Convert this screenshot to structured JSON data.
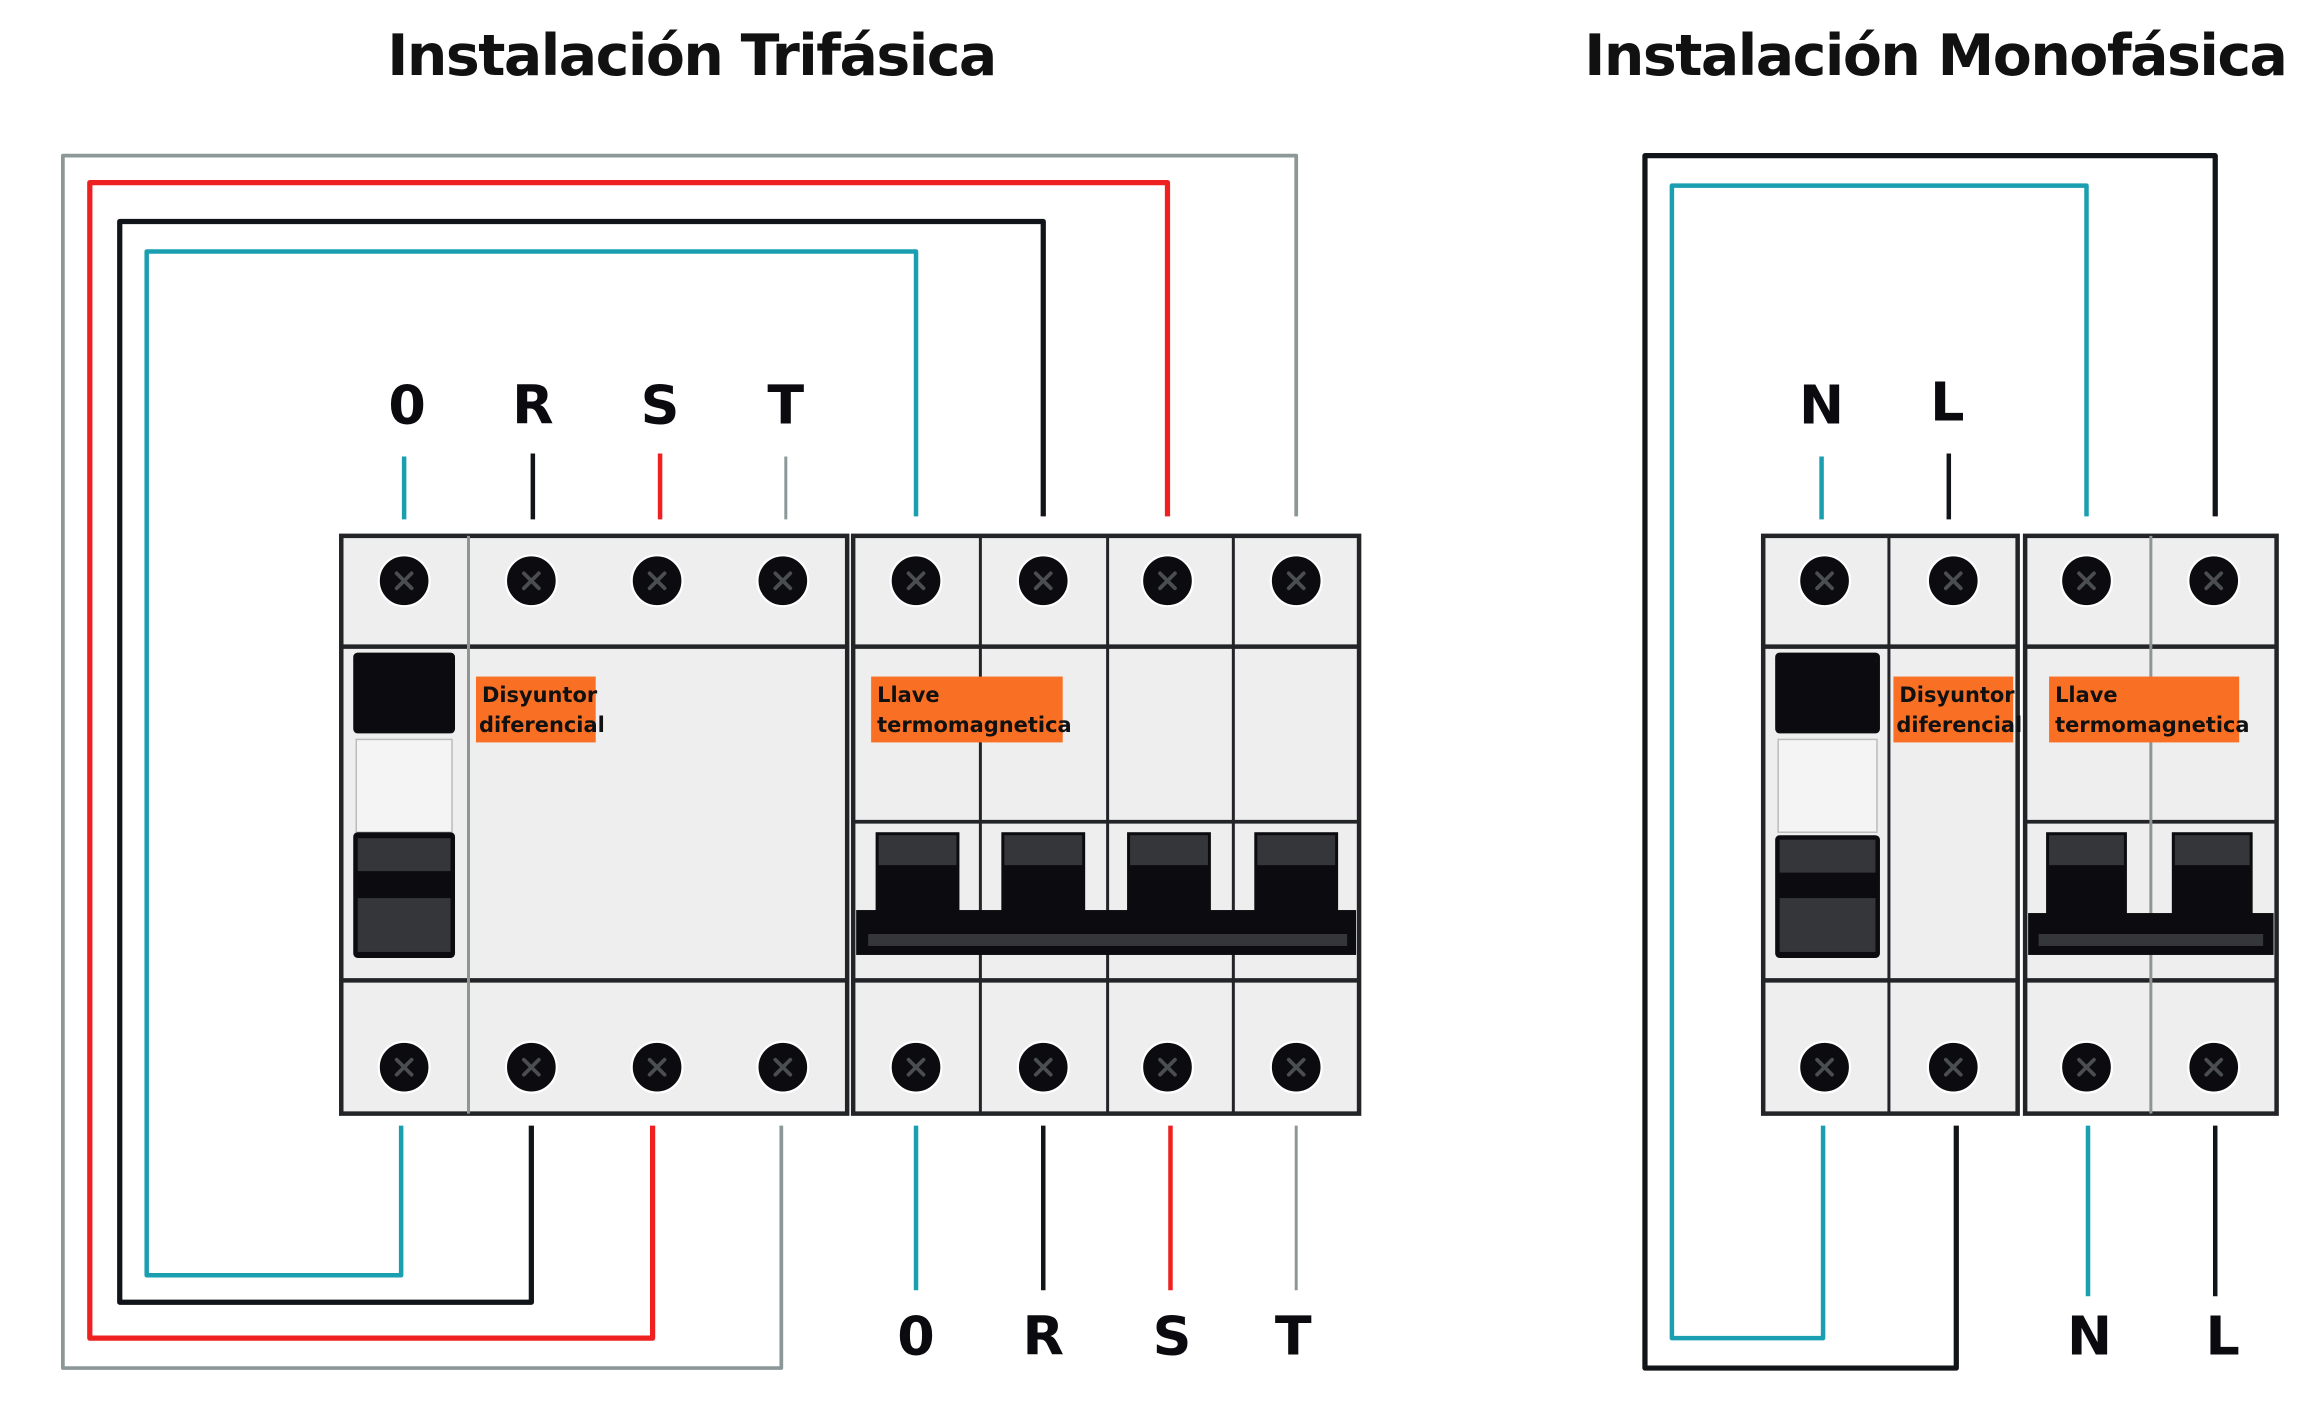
{
  "diagrams": {
    "three_phase": {
      "title": "Instalación Trifásica",
      "top_terminals": [
        "0",
        "R",
        "S",
        "T"
      ],
      "bottom_terminals": [
        "0",
        "R",
        "S",
        "T"
      ],
      "rcd_label": [
        "Disyuntor",
        "diferencial"
      ],
      "mcb_label": [
        "Llave",
        "termomagnetica"
      ]
    },
    "single_phase": {
      "title": "Instalación Monofásica",
      "top_terminals": [
        "N",
        "L"
      ],
      "bottom_terminals": [
        "N",
        "L"
      ],
      "rcd_label": [
        "Disyuntor",
        "diferencial"
      ],
      "mcb_label": [
        "Llave",
        "termomagnetica"
      ]
    }
  },
  "colors": {
    "neutral_wire": "#1a9fb0",
    "phase_r_wire": "#111418",
    "phase_s_wire": "#ee2020",
    "phase_t_wire": "#8c9898",
    "label_bg": "#f97025",
    "device_body": "#eeeeee",
    "device_outline": "#222428",
    "screw": "#0c0c10"
  }
}
